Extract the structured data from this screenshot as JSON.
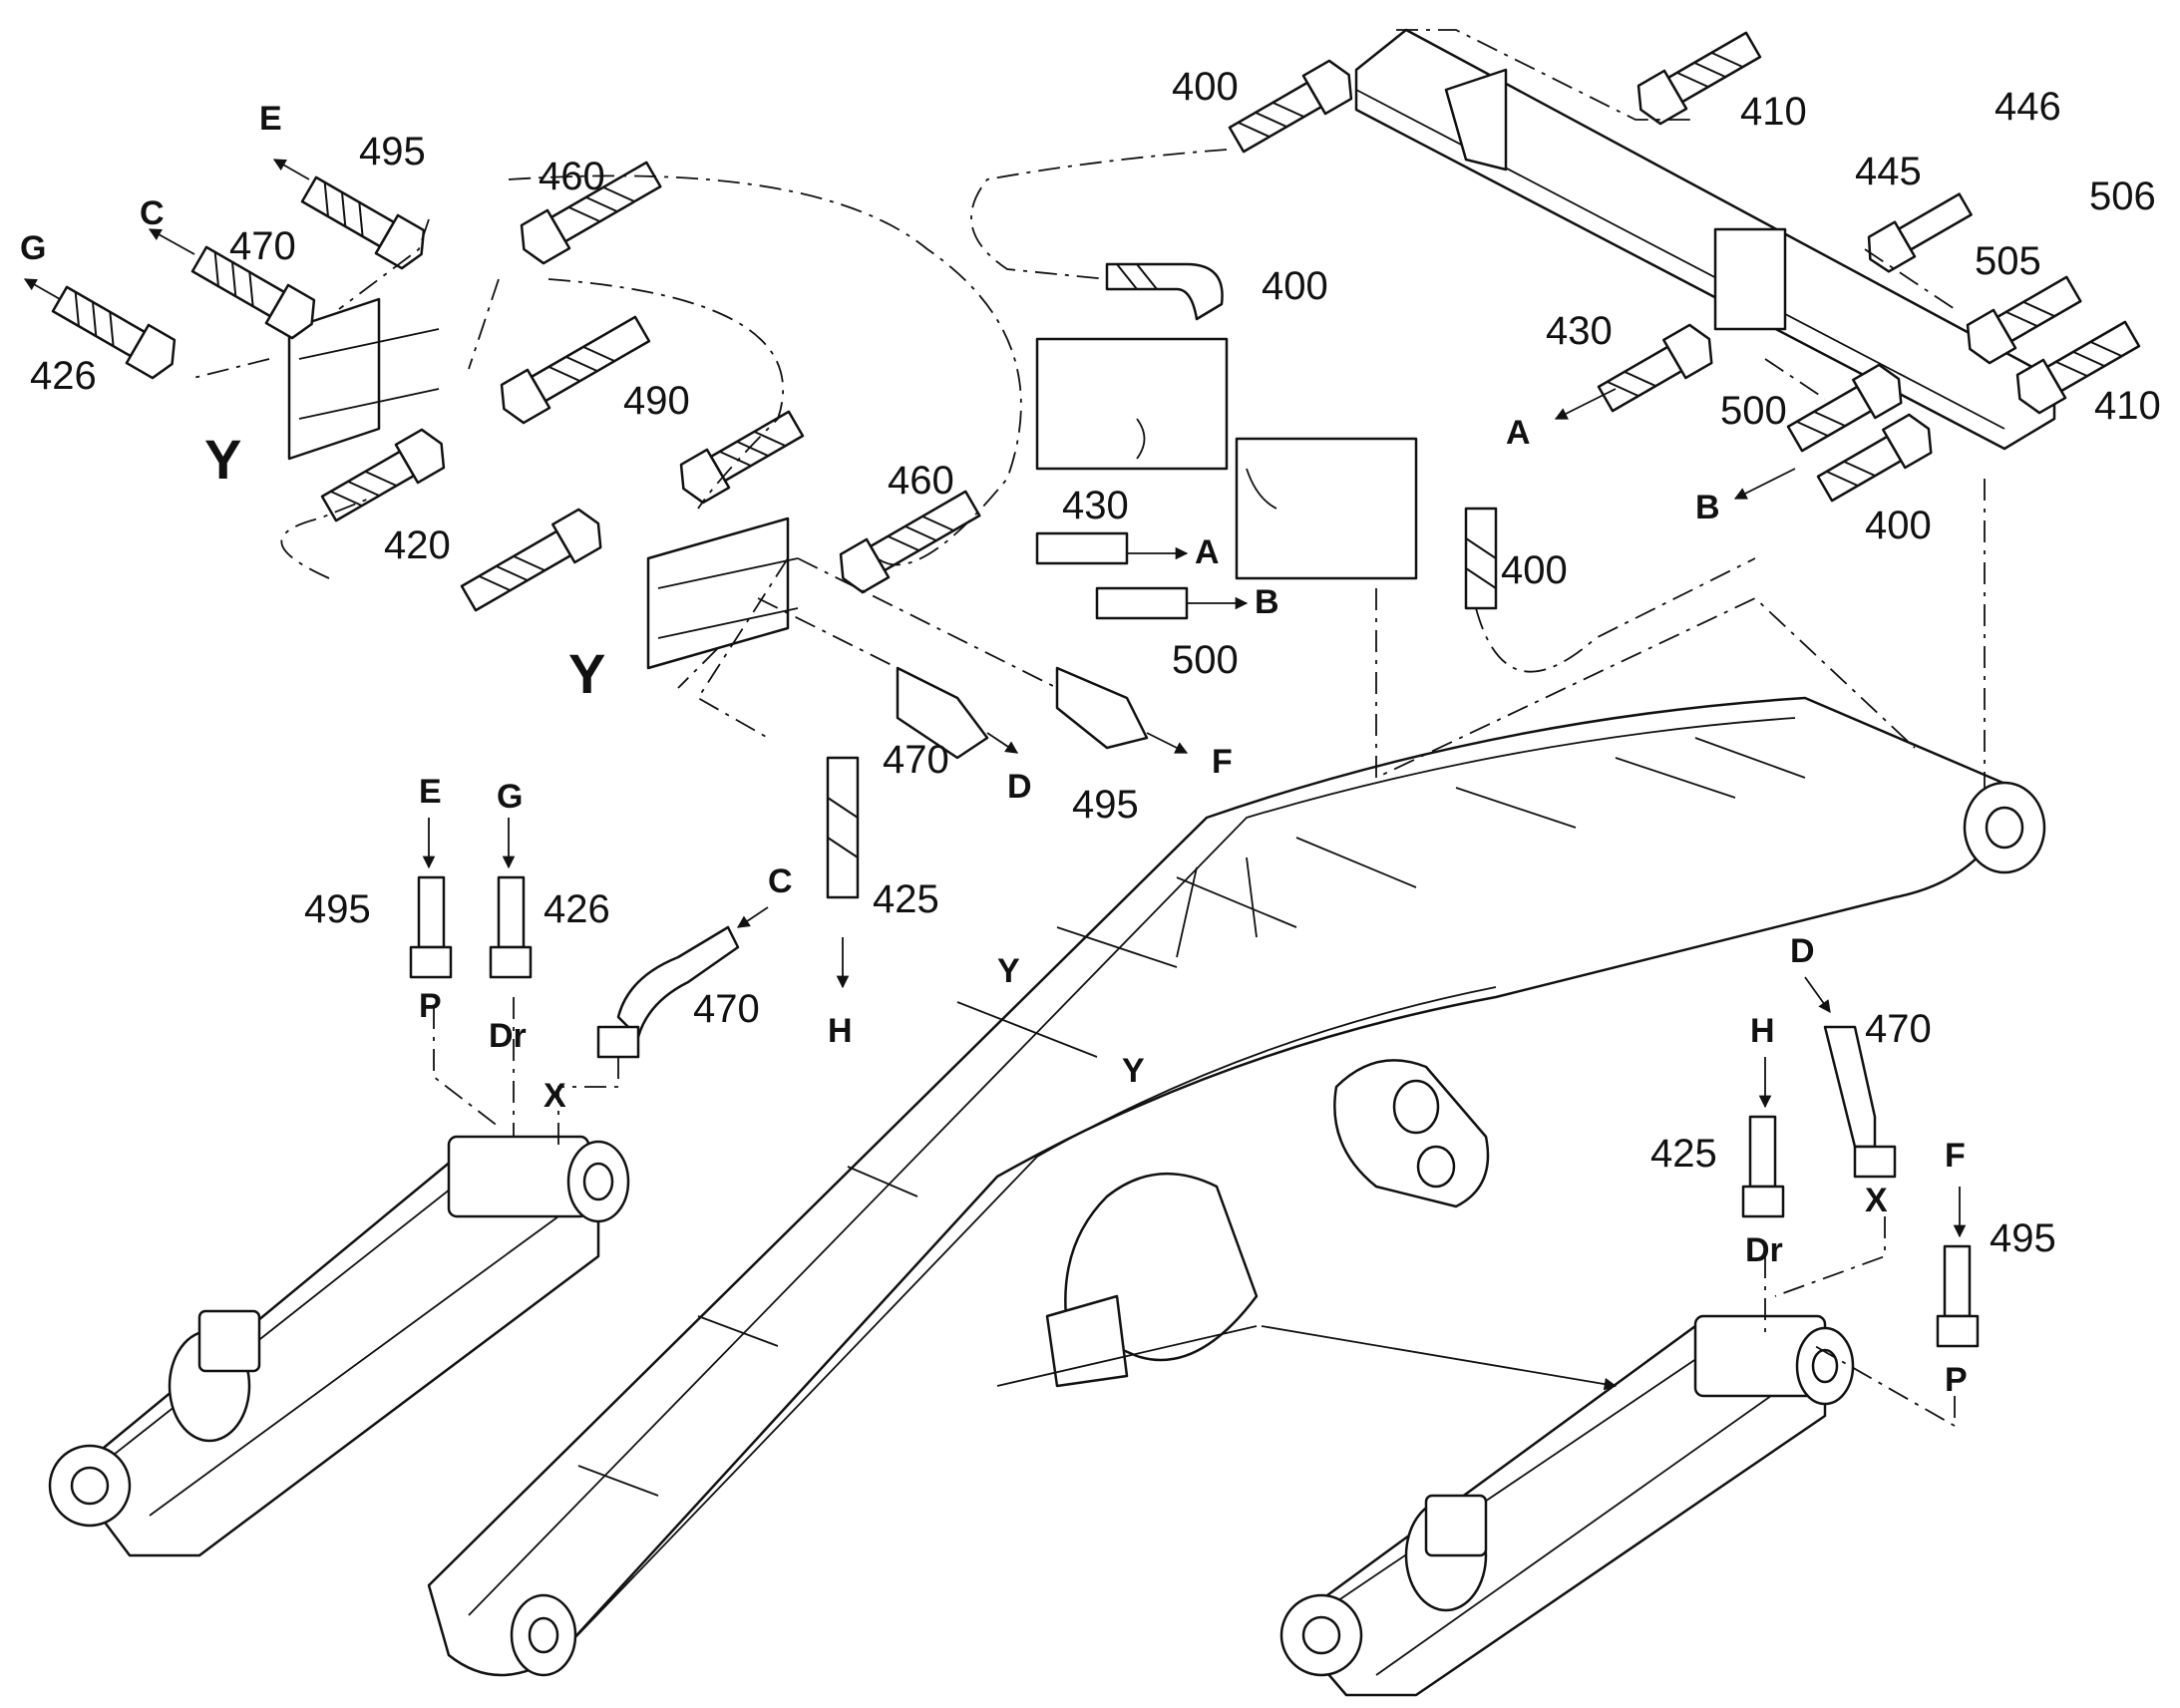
{
  "colors": {
    "line": "#111111",
    "background": "#ffffff"
  },
  "callouts": {
    "n400a": "400",
    "n410a": "410",
    "n446": "446",
    "n445": "445",
    "n506": "506",
    "n505": "505",
    "n410b": "410",
    "n430a": "430",
    "n500a": "500",
    "n400b": "400",
    "n400c": "400",
    "n400d": "400",
    "n495a": "495",
    "n460a": "460",
    "n470a": "470",
    "n426a": "426",
    "n490": "490",
    "n460b": "460",
    "n420": "420",
    "n430b": "430",
    "n500b": "500",
    "n470b": "470",
    "n495b": "495",
    "n425a": "425",
    "n495c": "495",
    "n426b": "426",
    "n470c": "470",
    "n470d": "470",
    "n425b": "425",
    "n495d": "495"
  },
  "letters": {
    "a1": "A",
    "b1": "B",
    "a2": "A",
    "b2": "B",
    "e1": "E",
    "c1": "C",
    "g1": "G",
    "d1": "D",
    "f1": "F",
    "e2": "E",
    "g2": "G",
    "p1": "P",
    "dr1": "Dr",
    "c2": "C",
    "x1": "X",
    "h1": "H",
    "y1": "Y",
    "y2": "Y",
    "y3": "Y",
    "y4": "Y",
    "d2": "D",
    "h2": "H",
    "f2": "F",
    "dr2": "Dr",
    "x2": "X",
    "p2": "P"
  }
}
